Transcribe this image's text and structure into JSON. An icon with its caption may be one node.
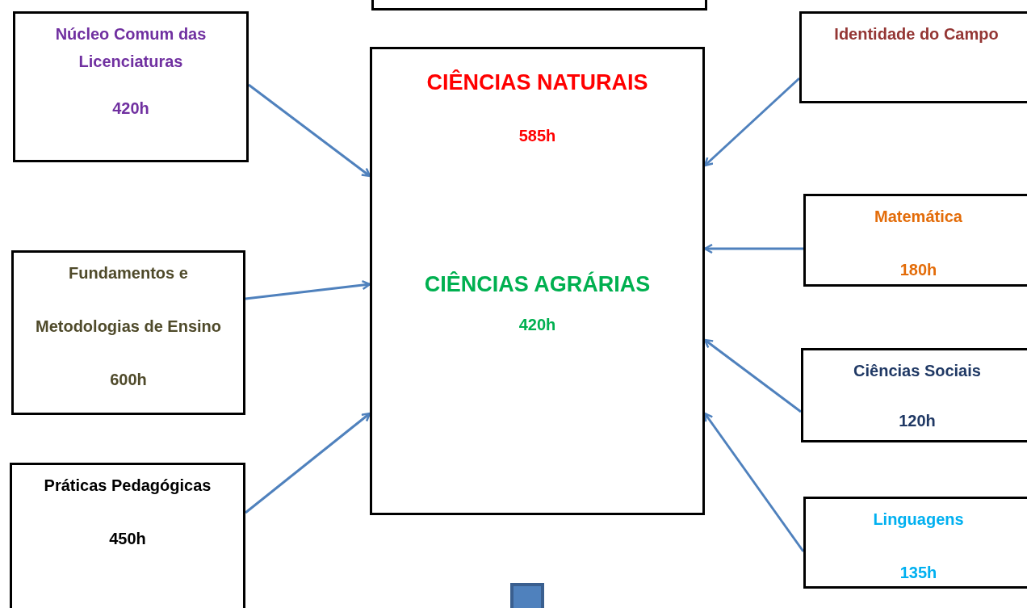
{
  "diagram": {
    "nodes": [
      {
        "text": [],
        "shape": "box"
      },
      {
        "text": [
          "Núcleo Comum das Licenciaturas",
          "420h"
        ]
      },
      {
        "text": [
          "Identidade do Campo"
        ]
      },
      {
        "text": [
          "CIÊNCIAS NATURAIS",
          "585h",
          "CIÊNCIAS AGRÁRIAS",
          "420h"
        ]
      },
      {
        "text": [
          "Matemática",
          "180h"
        ]
      },
      {
        "text": [
          "Fundamentos e",
          "Metodologias de Ensino",
          "600h"
        ]
      },
      {
        "text": [
          "Ciências Sociais",
          "120h"
        ]
      },
      {
        "text": [
          "Práticas Pedagógicas",
          "450h"
        ]
      },
      {
        "text": [
          "Linguagens",
          "135h"
        ]
      },
      {
        "text": [],
        "shape": "box"
      }
    ],
    "edges": [
      {
        "from": 1,
        "to": 3,
        "arrow": "to"
      },
      {
        "from": 5,
        "to": 3,
        "arrow": "to"
      },
      {
        "from": 7,
        "to": 3,
        "arrow": "to"
      },
      {
        "from": 2,
        "to": 3,
        "arrow": "to"
      },
      {
        "from": 4,
        "to": 3,
        "arrow": "to"
      },
      {
        "from": 6,
        "to": 3,
        "arrow": "to"
      },
      {
        "from": 8,
        "to": 3,
        "arrow": "to"
      }
    ]
  }
}
